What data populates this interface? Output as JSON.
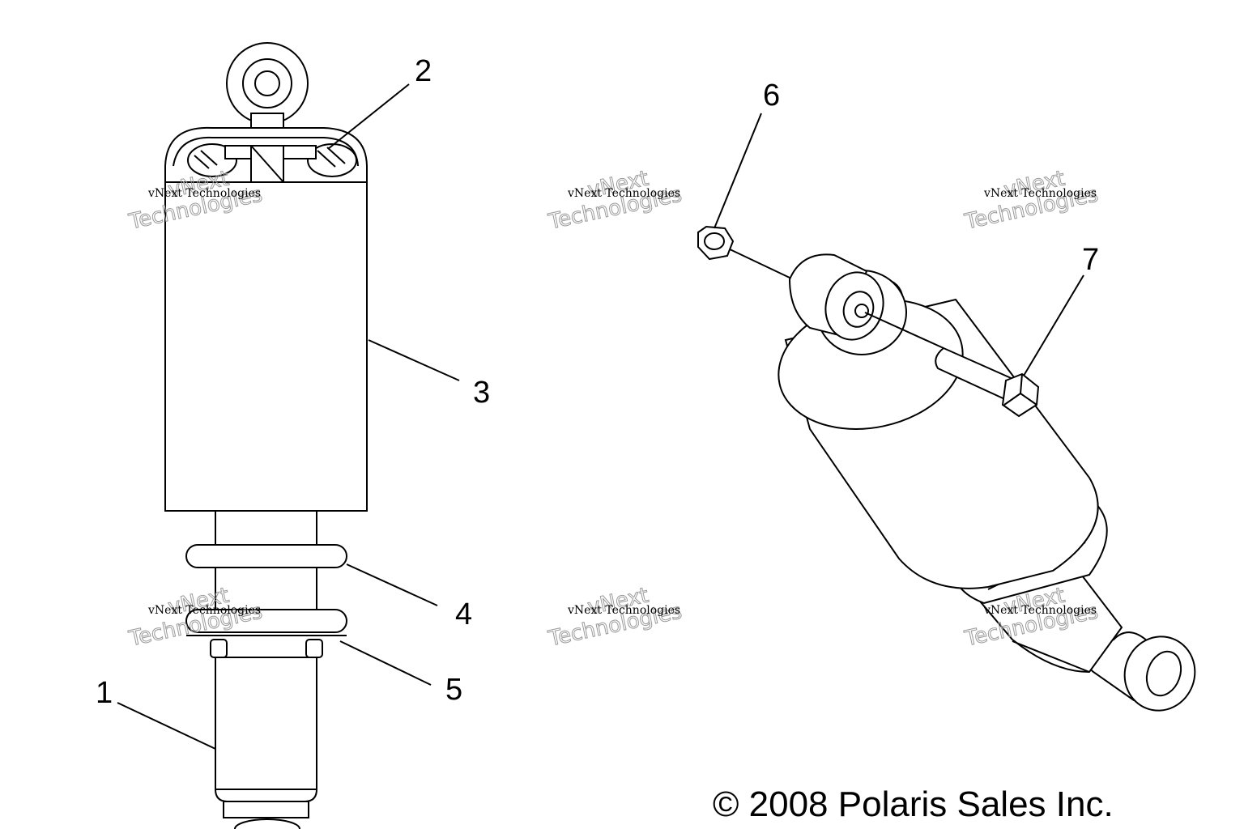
{
  "callouts": [
    "1",
    "2",
    "3",
    "4",
    "5",
    "6",
    "7"
  ],
  "copyright": "© 2008 Polaris Sales Inc.",
  "watermark": {
    "line1": "vNext Technologies",
    "line2a": "vNext",
    "line2b": "Technologies"
  }
}
